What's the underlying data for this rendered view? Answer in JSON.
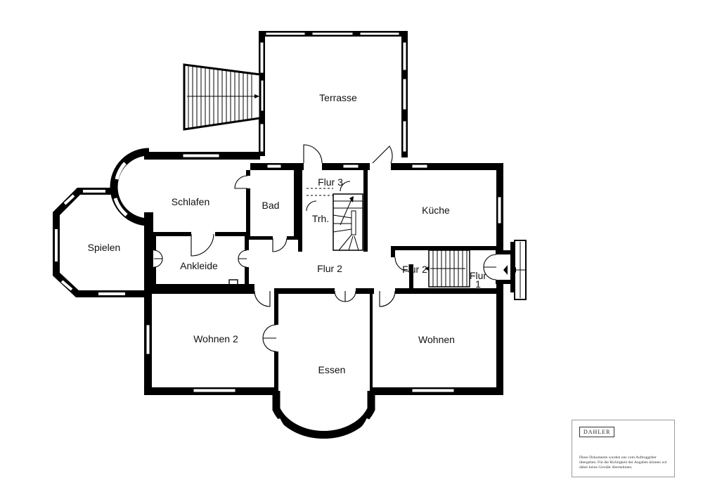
{
  "rooms": {
    "terrasse": "Terrasse",
    "schlafen": "Schlafen",
    "bad": "Bad",
    "flur3": "Flur 3",
    "trh": "Trh.",
    "kueche": "Küche",
    "spielen": "Spielen",
    "ankleide": "Ankleide",
    "flur2_main": "Flur 2",
    "flur2_small": "Flur 2",
    "flur1_line1": "Flur",
    "flur1_line2": "1",
    "wohnen2": "Wohnen 2",
    "wohnen": "Wohnen",
    "essen": "Essen"
  },
  "legend": {
    "brand": "DAHLER",
    "disclaimer": "Diese Dokumente wurden uns vom Auftraggeber übergeben. Für die Richtigkeit der Angaben können wir daher keine Gewähr übernehmen."
  }
}
